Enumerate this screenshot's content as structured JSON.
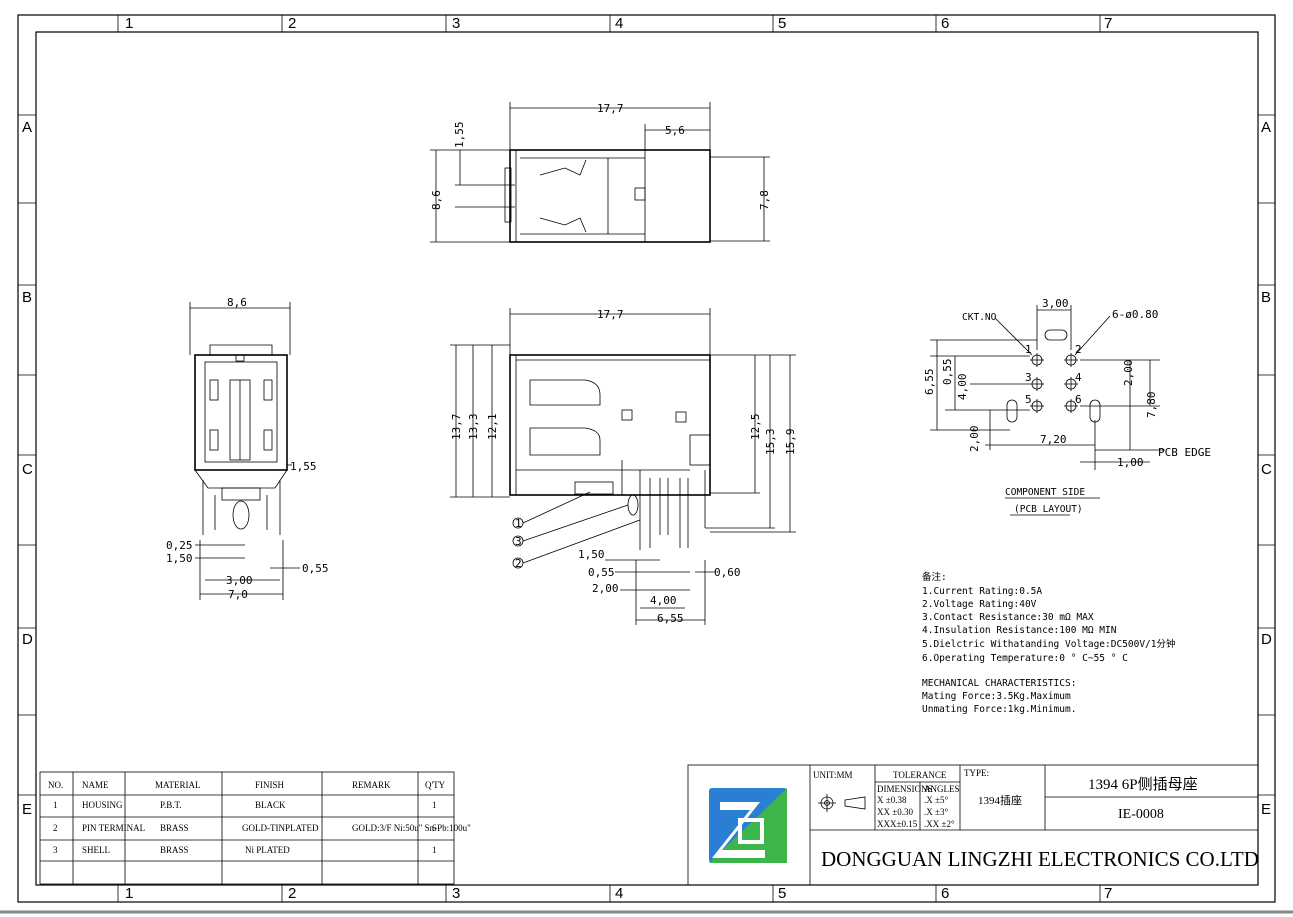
{
  "frame": {
    "col_numbers": [
      "1",
      "2",
      "3",
      "4",
      "5",
      "6",
      "7"
    ],
    "row_letters": [
      "A",
      "B",
      "C",
      "D",
      "E"
    ]
  },
  "top_view": {
    "dims": [
      "17,7",
      "5,6",
      "1,55",
      "8,6",
      "7,8"
    ]
  },
  "side_view": {
    "dims": [
      "8,6",
      "1,55",
      "0,25",
      "1,50",
      "0,55",
      "3,00",
      "7,0"
    ]
  },
  "front_view": {
    "dims": [
      "17,7",
      "13,7",
      "13,3",
      "12,1",
      "12,5",
      "15,3",
      "15,9",
      "1,50",
      "0,55",
      "2,00",
      "4,00",
      "6,55",
      "0,60"
    ],
    "callouts": [
      "1",
      "3",
      "2"
    ]
  },
  "pcb_layout": {
    "dims": [
      "3,00",
      "6-ø0.80",
      "6,55",
      "0,55",
      "4,00",
      "2,00",
      "7,80",
      "2,00",
      "7,20",
      "1,00"
    ],
    "ckt_label": "CKT.NO",
    "pin_numbers": [
      "1",
      "2",
      "3",
      "4",
      "5",
      "6"
    ],
    "edge_label": "PCB EDGE",
    "side_label": "COMPONENT SIDE",
    "layout_label": "(PCB LAYOUT)"
  },
  "notes": {
    "heading": "备注:",
    "lines": [
      "1.Current Rating:0.5A",
      "2.Voltage Rating:40V",
      "3.Contact Resistance:30 mΩ MAX",
      "4.Insulation Resistance:100 MΩ MIN",
      "5.Dielctric Withatanding Voltage:DC500V/1分钟",
      "6.Operating Temperature:0 ° C~55 ° C"
    ],
    "mech_heading": "MECHANICAL CHARACTERISTICS:",
    "mech_lines": [
      "Mating Force:3.5Kg.Maximum",
      "Unmating Force:1kg.Minimum."
    ]
  },
  "bom": {
    "headers": [
      "NO.",
      "NAME",
      "MATERIAL",
      "FINISH",
      "REMARK",
      "Q'TY"
    ],
    "rows": [
      {
        "no": "1",
        "name": "HOUSING",
        "material": "P.B.T.",
        "finish": "BLACK",
        "remark": "",
        "qty": "1"
      },
      {
        "no": "2",
        "name": "PIN TERMINAL",
        "material": "BRASS",
        "finish": "GOLD-TINPLATED",
        "remark": "GOLD:3/F Ni:50u\" Sn-Pb:100u\"",
        "qty": "6"
      },
      {
        "no": "3",
        "name": "SHELL",
        "material": "BRASS",
        "finish": "Ni PLATED",
        "remark": "",
        "qty": "1"
      }
    ]
  },
  "title_block": {
    "unit": "UNIT:MM",
    "tolerance_label": "TOLERANCE",
    "dimensions_label": "DIMENSIONS",
    "angles_label": "ANGLES",
    "dim_tol": [
      "X  ±0.38",
      "XX ±0.30",
      "XXX±0.15"
    ],
    "ang_tol": [
      ".X  ±5°",
      ".X  ±3°",
      ".XX ±2°"
    ],
    "type_label": "TYPE:",
    "type_value": "1394插座",
    "part_title": "1394 6P侧插母座",
    "part_number": "IE-0008",
    "company": "DONGGUAN LINGZHI ELECTRONICS CO.LTD",
    "logo_colors": [
      "#2a7fd4",
      "#3cb54a",
      "#1f4fa0"
    ]
  }
}
